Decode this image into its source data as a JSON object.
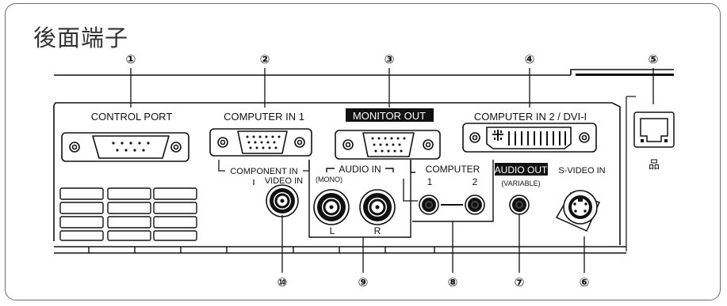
{
  "title": "後面端子",
  "callouts": [
    "①",
    "②",
    "③",
    "④",
    "⑤",
    "⑥",
    "⑦",
    "⑧",
    "⑨",
    "⑩"
  ],
  "labels": {
    "control_port": "CONTROL PORT",
    "computer_in_1": "COMPUTER IN 1",
    "monitor_out": "MONITOR OUT",
    "computer_in_2": "COMPUTER IN 2 / DVI-I",
    "component_in": "COMPONENT IN",
    "video_in": "VIDEO IN",
    "audio_in": "AUDIO IN",
    "mono": "(MONO)",
    "audio_l": "L",
    "audio_r": "R",
    "computer": "COMPUTER",
    "computer_1": "1",
    "computer_2": "2",
    "audio_out": "AUDIO OUT",
    "variable": "(VARIABLE)",
    "s_video_in": "S-VIDEO IN",
    "lan_symbol": "品"
  },
  "colors": {
    "line": "#111111",
    "inverse_bg": "#111111",
    "inverse_text": "#ffffff"
  }
}
